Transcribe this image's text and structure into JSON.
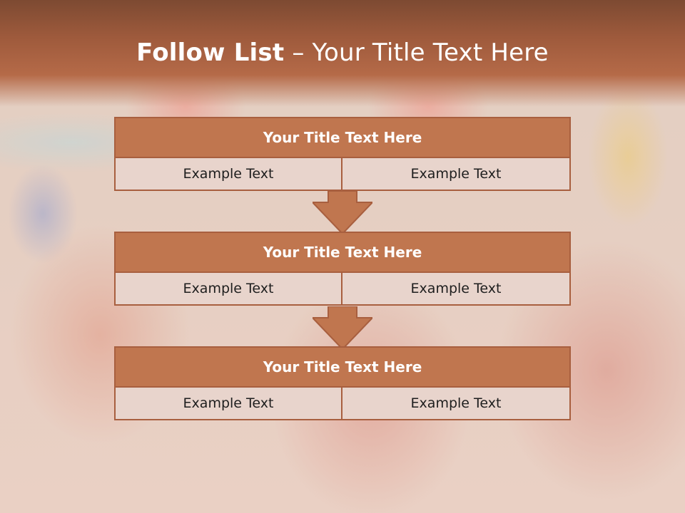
{
  "slide": {
    "title_bold": "Follow List",
    "title_sep": " – ",
    "title_rest": "Your Title Text Here"
  },
  "blocks": [
    {
      "title": "Your Title Text Here",
      "cells": [
        "Example Text",
        "Example Text"
      ]
    },
    {
      "title": "Your Title Text Here",
      "cells": [
        "Example Text",
        "Example Text"
      ]
    },
    {
      "title": "Your Title Text Here",
      "cells": [
        "Example Text",
        "Example Text"
      ]
    }
  ],
  "colors": {
    "header_dark": "#7d4a32",
    "block_title_fill": "#c0764f",
    "block_border": "#a85f3f",
    "cell_fill": "#e8d4cc",
    "arrow_fill": "#c0764f"
  },
  "icons": {
    "arrow": "down-arrow-icon"
  }
}
